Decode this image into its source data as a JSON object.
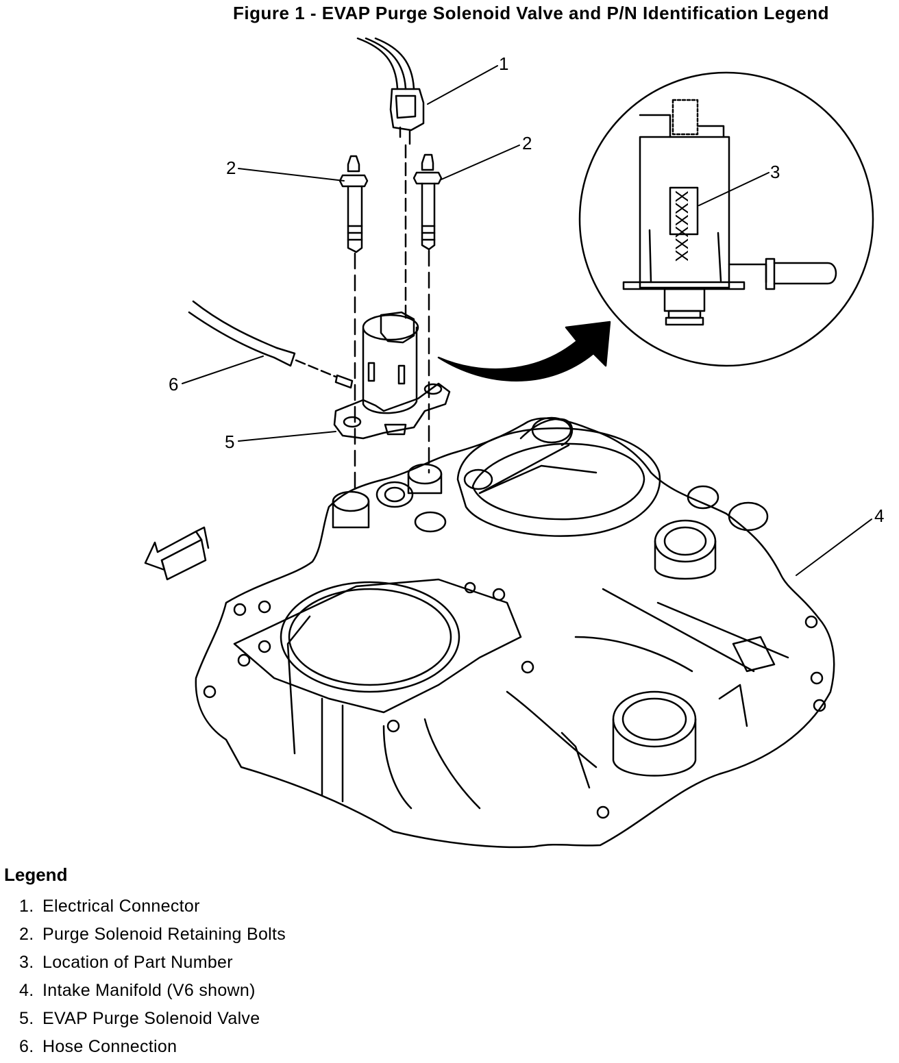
{
  "title": "Figure 1 - EVAP Purge Solenoid Valve and P/N Identification Legend",
  "callouts": [
    {
      "id": "c1",
      "label": "1"
    },
    {
      "id": "c2a",
      "label": "2"
    },
    {
      "id": "c2b",
      "label": "2"
    },
    {
      "id": "c3",
      "label": "3"
    },
    {
      "id": "c4",
      "label": "4"
    },
    {
      "id": "c5",
      "label": "5"
    },
    {
      "id": "c6",
      "label": "6"
    }
  ],
  "detail_marking": "XXXXXX",
  "legend": {
    "title": "Legend",
    "items": [
      {
        "num": "1.",
        "label": "Electrical Connector"
      },
      {
        "num": "2.",
        "label": "Purge Solenoid Retaining Bolts"
      },
      {
        "num": "3.",
        "label": "Location of Part Number"
      },
      {
        "num": "4.",
        "label": "Intake Manifold (V6 shown)"
      },
      {
        "num": "5.",
        "label": "EVAP Purge Solenoid Valve"
      },
      {
        "num": "6.",
        "label": "Hose Connection"
      }
    ]
  }
}
